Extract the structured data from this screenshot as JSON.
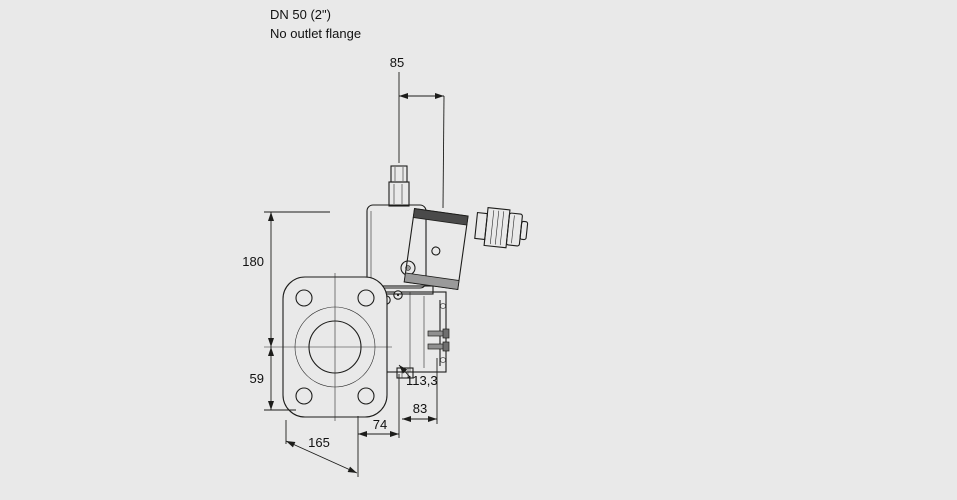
{
  "header": {
    "size_label": "DN 50 (2\")",
    "variant_label": "No outlet flange"
  },
  "dimensions": {
    "actuator_width": "85",
    "height_above_center": "180",
    "height_below_center": "59",
    "flange_span": "165",
    "inlet_to_center": "74",
    "center_to_outlet": "83",
    "body_dim": "113,3"
  },
  "colors": {
    "background": "#e9e9e9",
    "line": "#1d1d1b"
  }
}
